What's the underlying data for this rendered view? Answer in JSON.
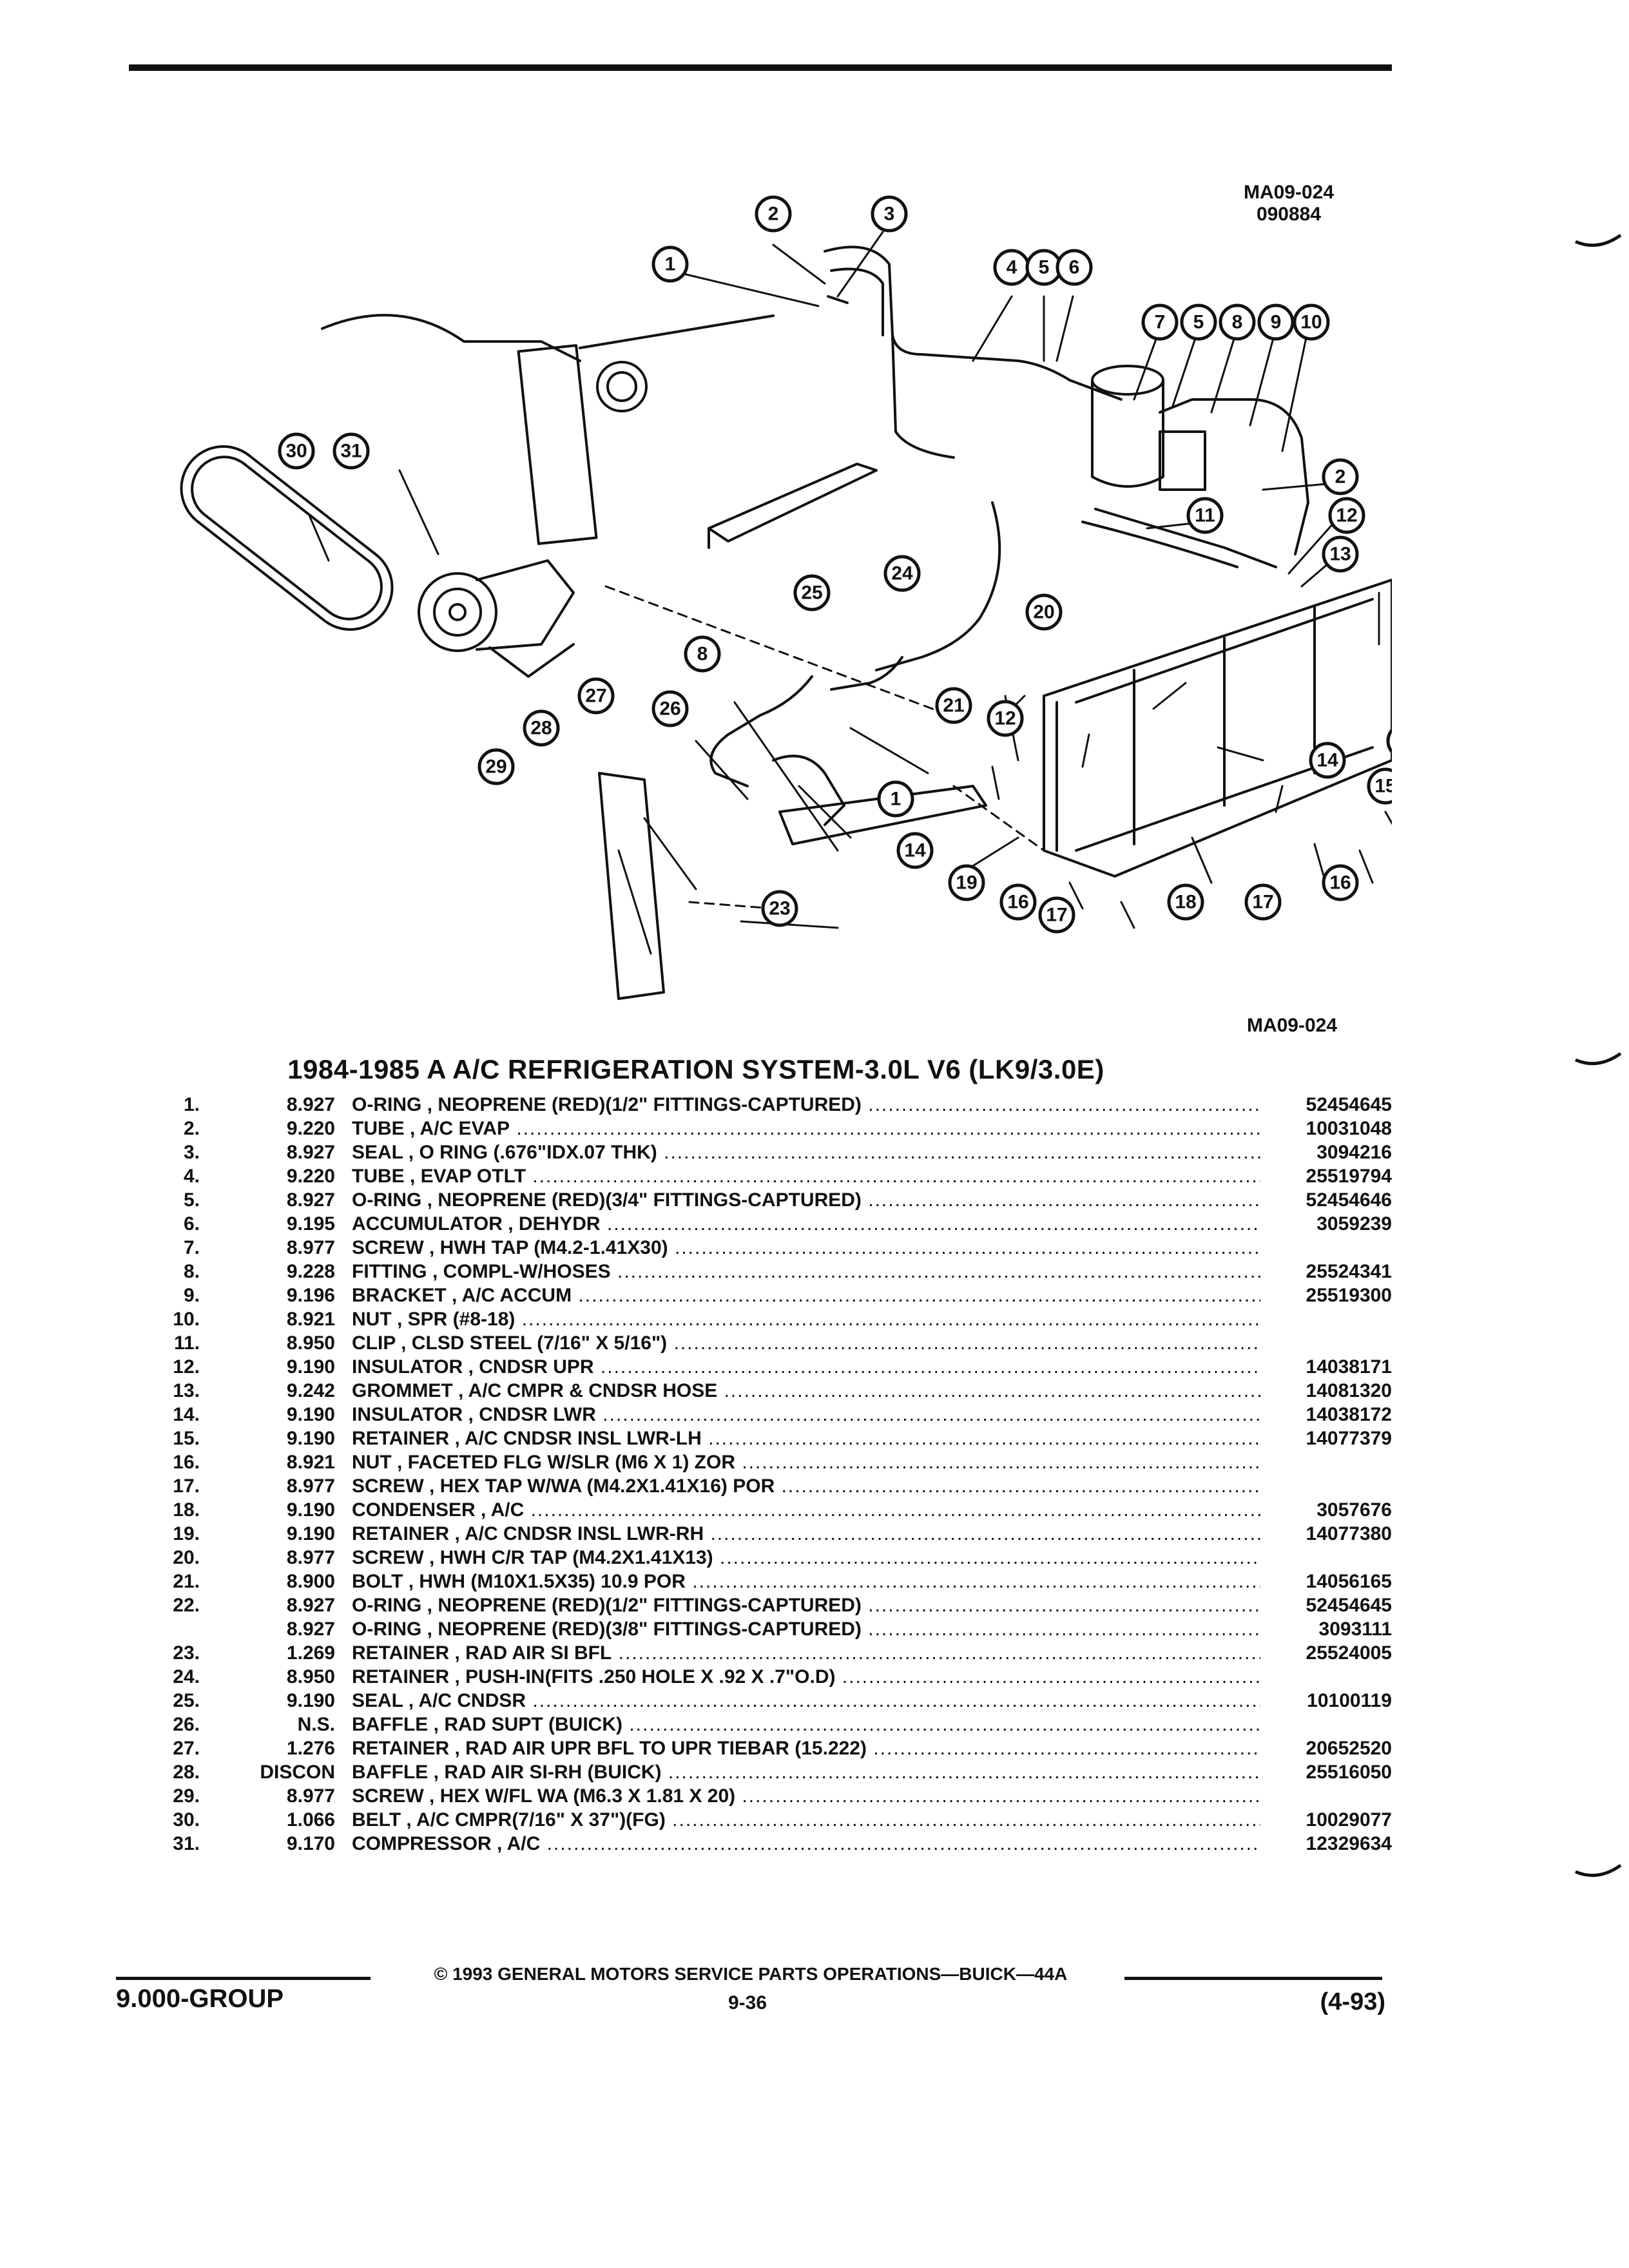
{
  "diagram": {
    "code_top": [
      "MA09-024",
      "090884"
    ],
    "code_mid": "MA09-024"
  },
  "section_title": "1984-1985 A A/C REFRIGERATION SYSTEM-3.0L V6 (LK9/3.0E)",
  "parts": [
    {
      "num": "1.",
      "group": "8.927",
      "desc": "O-RING , NEOPRENE (RED)(1/2\" FITTINGS-CAPTURED)",
      "part_no": "52454645"
    },
    {
      "num": "2.",
      "group": "9.220",
      "desc": "TUBE , A/C EVAP",
      "part_no": "10031048"
    },
    {
      "num": "3.",
      "group": "8.927",
      "desc": "SEAL , O RING (.676\"IDX.07 THK)",
      "part_no": "3094216"
    },
    {
      "num": "4.",
      "group": "9.220",
      "desc": "TUBE , EVAP OTLT",
      "part_no": "25519794"
    },
    {
      "num": "5.",
      "group": "8.927",
      "desc": "O-RING , NEOPRENE (RED)(3/4\" FITTINGS-CAPTURED)",
      "part_no": "52454646"
    },
    {
      "num": "6.",
      "group": "9.195",
      "desc": "ACCUMULATOR , DEHYDR",
      "part_no": "3059239"
    },
    {
      "num": "7.",
      "group": "8.977",
      "desc": "SCREW , HWH TAP (M4.2-1.41X30)",
      "part_no": ""
    },
    {
      "num": "8.",
      "group": "9.228",
      "desc": "FITTING , COMPL-W/HOSES",
      "part_no": "25524341"
    },
    {
      "num": "9.",
      "group": "9.196",
      "desc": "BRACKET , A/C ACCUM",
      "part_no": "25519300"
    },
    {
      "num": "10.",
      "group": "8.921",
      "desc": "NUT , SPR (#8-18)",
      "part_no": ""
    },
    {
      "num": "11.",
      "group": "8.950",
      "desc": "CLIP , CLSD STEEL (7/16\" X 5/16\")",
      "part_no": ""
    },
    {
      "num": "12.",
      "group": "9.190",
      "desc": "INSULATOR , CNDSR UPR",
      "part_no": "14038171"
    },
    {
      "num": "13.",
      "group": "9.242",
      "desc": "GROMMET , A/C CMPR & CNDSR HOSE",
      "part_no": "14081320"
    },
    {
      "num": "14.",
      "group": "9.190",
      "desc": "INSULATOR , CNDSR LWR",
      "part_no": "14038172"
    },
    {
      "num": "15.",
      "group": "9.190",
      "desc": "RETAINER , A/C CNDSR INSL LWR-LH",
      "part_no": "14077379"
    },
    {
      "num": "16.",
      "group": "8.921",
      "desc": "NUT , FACETED FLG W/SLR (M6 X 1) ZOR",
      "part_no": ""
    },
    {
      "num": "17.",
      "group": "8.977",
      "desc": "SCREW , HEX TAP W/WA (M4.2X1.41X16) POR",
      "part_no": ""
    },
    {
      "num": "18.",
      "group": "9.190",
      "desc": "CONDENSER , A/C",
      "part_no": "3057676"
    },
    {
      "num": "19.",
      "group": "9.190",
      "desc": "RETAINER , A/C CNDSR INSL LWR-RH",
      "part_no": "14077380"
    },
    {
      "num": "20.",
      "group": "8.977",
      "desc": "SCREW , HWH C/R TAP (M4.2X1.41X13)",
      "part_no": ""
    },
    {
      "num": "21.",
      "group": "8.900",
      "desc": "BOLT , HWH (M10X1.5X35) 10.9 POR",
      "part_no": "14056165"
    },
    {
      "num": "22.",
      "group": "8.927",
      "desc": "O-RING , NEOPRENE (RED)(1/2\" FITTINGS-CAPTURED)",
      "part_no": "52454645"
    },
    {
      "num": "",
      "group": "8.927",
      "desc": "O-RING , NEOPRENE (RED)(3/8\" FITTINGS-CAPTURED)",
      "part_no": "3093111"
    },
    {
      "num": "23.",
      "group": "1.269",
      "desc": "RETAINER , RAD AIR SI BFL",
      "part_no": "25524005"
    },
    {
      "num": "24.",
      "group": "8.950",
      "desc": "RETAINER , PUSH-IN(FITS .250 HOLE X .92 X .7\"O.D)",
      "part_no": ""
    },
    {
      "num": "25.",
      "group": "9.190",
      "desc": "SEAL , A/C CNDSR",
      "part_no": "10100119"
    },
    {
      "num": "26.",
      "group": "N.S.",
      "desc": "BAFFLE , RAD SUPT (BUICK)",
      "part_no": ""
    },
    {
      "num": "27.",
      "group": "1.276",
      "desc": "RETAINER , RAD AIR UPR BFL TO UPR TIEBAR (15.222)",
      "part_no": "20652520"
    },
    {
      "num": "28.",
      "group": "DISCON",
      "desc": "BAFFLE , RAD AIR SI-RH (BUICK)",
      "part_no": "25516050"
    },
    {
      "num": "29.",
      "group": "8.977",
      "desc": "SCREW , HEX W/FL WA (M6.3 X 1.81 X 20)",
      "part_no": ""
    },
    {
      "num": "30.",
      "group": "1.066",
      "desc": "BELT , A/C CMPR(7/16\" X 37\")(FG)",
      "part_no": "10029077"
    },
    {
      "num": "31.",
      "group": "9.170",
      "desc": "COMPRESSOR , A/C",
      "part_no": "12329634"
    }
  ],
  "footer": {
    "copyright": "© 1993 GENERAL MOTORS SERVICE PARTS OPERATIONS—BUICK—44A",
    "group": "9.000-GROUP",
    "page": "9-36",
    "date": "(4-93)"
  }
}
